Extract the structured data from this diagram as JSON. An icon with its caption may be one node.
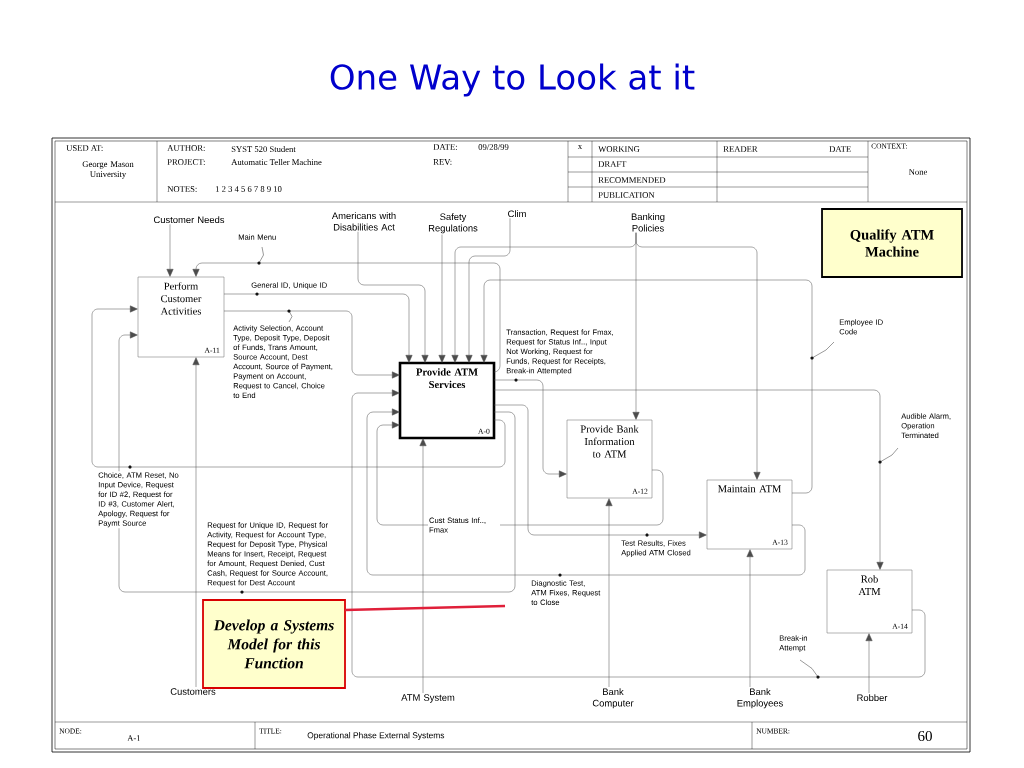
{
  "diagram": {
    "title": "One Way to Look at it",
    "nodes": [
      {
        "text": [
          "Perform Customer Activities",
          "A-11"
        ]
      },
      {
        "text": [
          "Provide ATM Services",
          "A-0"
        ]
      },
      {
        "text": [
          "Provide Bank Information to ATM",
          "A-12"
        ]
      },
      {
        "text": [
          "Maintain ATM",
          "A-13"
        ]
      },
      {
        "text": [
          "Rob ATM",
          "A-14"
        ]
      },
      {
        "text": [
          "Customer Needs"
        ]
      },
      {
        "text": [
          "Americans with Disabilities Act"
        ]
      },
      {
        "text": [
          "Safety Regulations"
        ]
      },
      {
        "text": [
          "Clim"
        ]
      },
      {
        "text": [
          "Banking Policies"
        ]
      },
      {
        "text": [
          "Customers"
        ]
      },
      {
        "text": [
          "ATM System"
        ]
      },
      {
        "text": [
          "Bank Computer"
        ]
      },
      {
        "text": [
          "Bank Employees"
        ]
      },
      {
        "text": [
          "Robber"
        ]
      },
      {
        "text": [
          "Develop a Systems Model for this Function"
        ]
      },
      {
        "text": [
          "Qualify ATM Machine"
        ]
      }
    ],
    "edges": [
      {
        "from": 5,
        "to": 0,
        "arrow": "to"
      },
      {
        "from": 6,
        "to": 1,
        "arrow": "to"
      },
      {
        "from": 7,
        "to": 1,
        "arrow": "to"
      },
      {
        "from": 8,
        "to": 1,
        "arrow": "to"
      },
      {
        "from": 9,
        "to": 2,
        "arrow": "to"
      },
      {
        "from": 9,
        "to": 1,
        "arrow": "to"
      },
      {
        "from": 9,
        "to": 3,
        "arrow": "to"
      },
      {
        "from": 0,
        "to": 1,
        "arrow": "to",
        "label": "General ID, Unique ID"
      },
      {
        "from": 0,
        "to": 1,
        "arrow": "to",
        "label": "Activity Selection, Account Type, Deposit Type, Deposit of Funds, Trans Amount, Source Account, Dest Account, Source of Payment, Payment on Account, Request to Cancel, Choice to End"
      },
      {
        "from": 1,
        "to": 0,
        "arrow": "to",
        "label": "Main Menu"
      },
      {
        "from": 1,
        "to": 0,
        "arrow": "to",
        "label": "Request for Unique ID, Request for Activity, Request for Account Type, Request for Deposit Type, Physical Means for Insert, Receipt, Request for Amount, Request Denied, Cust Cash, Request for Source Account, Request for Dest Account"
      },
      {
        "from": 1,
        "to": 0,
        "arrow": "to",
        "label": "Choice, ATM Reset, No Input Device, Request for ID #2, Request for ID #3, Customer Alert, Apology, Request for Paymt Source"
      },
      {
        "from": 1,
        "to": 2,
        "arrow": "to",
        "label": "Transaction, Request for Fmax, Request for Status Inf.., Input Not Working, Request for Funds, Request for Receipts, Break-in Attempted"
      },
      {
        "from": 2,
        "to": 1,
        "arrow": "to",
        "label": "Cust Status Inf.., Fmax"
      },
      {
        "from": 1,
        "to": 3,
        "arrow": "to",
        "label": "Test Results, Fixes Applied ATM Closed"
      },
      {
        "from": 3,
        "to": 1,
        "arrow": "to",
        "label": "Diagnostic Test, ATM Fixes, Request to Close"
      },
      {
        "from": 3,
        "to": 1,
        "arrow": "to",
        "label": "Employee ID Code"
      },
      {
        "from": 1,
        "to": 4,
        "arrow": "to",
        "label": "Audible Alarm, Operation Terminated"
      },
      {
        "from": 4,
        "to": 1,
        "arrow": "to",
        "label": "Break-in Attempt"
      },
      {
        "from": 10,
        "to": 0,
        "arrow": "to"
      },
      {
        "from": 11,
        "to": 1,
        "arrow": "to"
      },
      {
        "from": 12,
        "to": 2,
        "arrow": "to"
      },
      {
        "from": 13,
        "to": 3,
        "arrow": "to"
      },
      {
        "from": 14,
        "to": 4,
        "arrow": "to"
      },
      {
        "from": 15,
        "to": null,
        "arrow": "none",
        "style": "thick",
        "color": "#e0203a"
      }
    ],
    "labels": [
      "USED AT:",
      "George Mason University",
      "AUTHOR:",
      "SYST 520 Student",
      "PROJECT:",
      "Automatic Teller Machine",
      "NOTES:",
      "1 2 3 4 5 6 7 8 9 10",
      "DATE:",
      "09/28/99",
      "REV:",
      "x",
      "WORKING",
      "DRAFT",
      "RECOMMENDED",
      "PUBLICATION",
      "READER",
      "DATE",
      "CONTEXT:",
      "None",
      "NODE:",
      "A-1",
      "TITLE:",
      "Operational Phase External Systems",
      "NUMBER:",
      "60"
    ]
  }
}
